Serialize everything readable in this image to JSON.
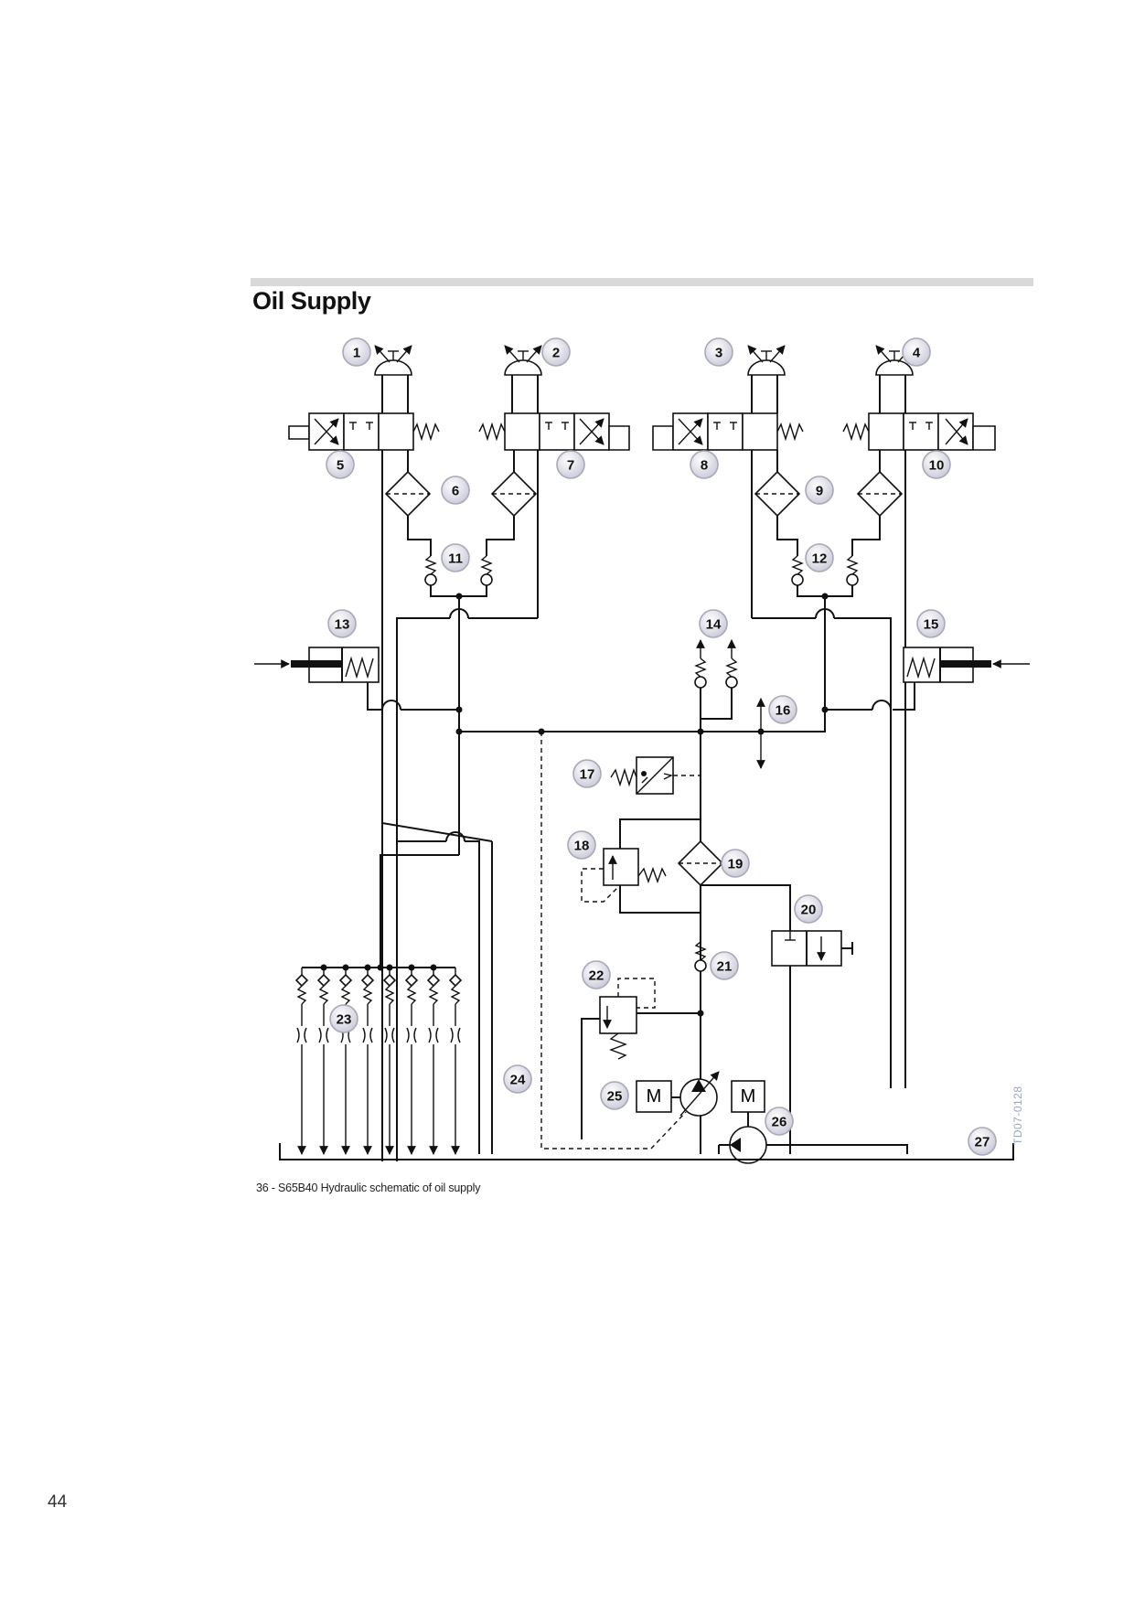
{
  "section": {
    "title": "Oil Supply"
  },
  "figure": {
    "caption": "36 -  S65B40 Hydraulic schematic of oil supply",
    "code": "TD07-0128"
  },
  "page": {
    "number": "44"
  },
  "callouts": [
    "1",
    "2",
    "3",
    "4",
    "5",
    "6",
    "7",
    "8",
    "9",
    "10",
    "11",
    "12",
    "13",
    "14",
    "15",
    "16",
    "17",
    "18",
    "19",
    "20",
    "21",
    "22",
    "23",
    "24",
    "25",
    "26",
    "27"
  ],
  "motor_label": "M",
  "colors": {
    "badge_fill": "#e4e4ee",
    "badge_stroke": "#a8a8b8",
    "rule": "#d9d9d9",
    "fig_code": "#9aa7bb"
  }
}
